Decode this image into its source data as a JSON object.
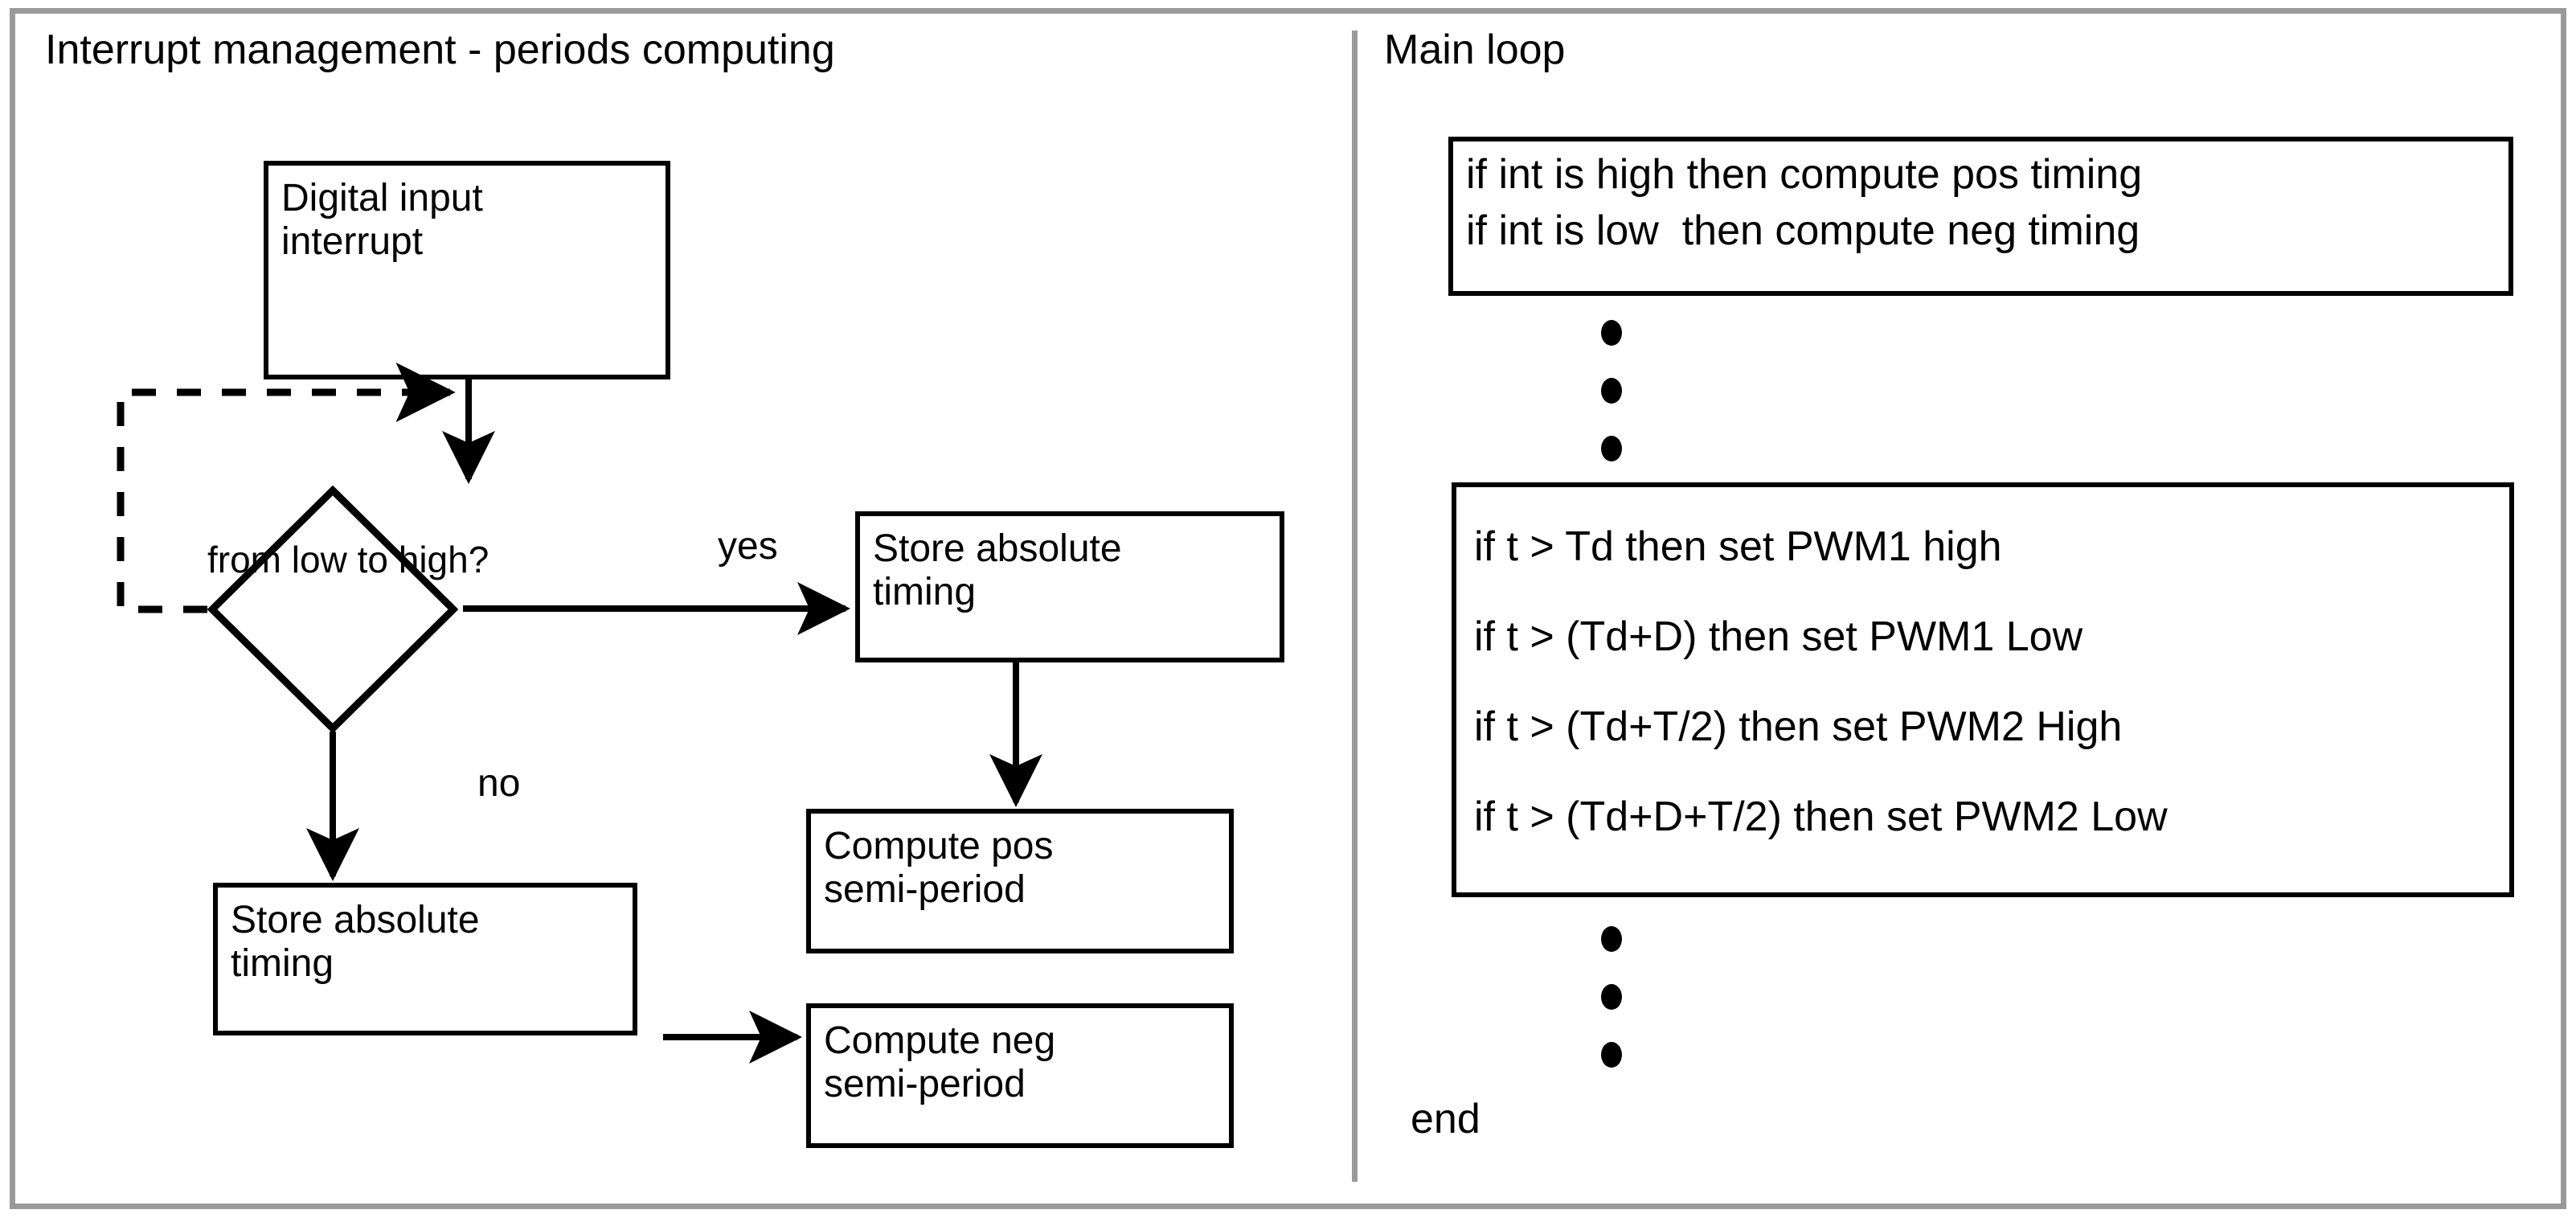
{
  "diagram": {
    "title_left": "Interrupt management - periods computing",
    "title_right": "Main loop"
  },
  "left_panel": {
    "nodes": {
      "digital_input": {
        "line1": "Digital input",
        "line2": "interrupt"
      },
      "decision": {
        "line1": "from low",
        "line2": "to high?"
      },
      "store_yes": {
        "line1": "Store absolute",
        "line2": "timing"
      },
      "compute_pos": {
        "line1": "Compute pos",
        "line2": "semi-period"
      },
      "store_no": {
        "line1": "Store absolute",
        "line2": "timing"
      },
      "compute_neg": {
        "line1": "Compute neg",
        "line2": "semi-period"
      }
    },
    "edge_labels": {
      "yes": "yes",
      "no": "no"
    }
  },
  "right_panel": {
    "main_if_box": [
      "if int is high then compute pos timing",
      "if int is low  then compute neg timing"
    ],
    "pwm_box": [
      "if t > Td then set PWM1 high",
      "if t > (Td+D) then set PWM1 Low",
      "if t > (Td+T/2) then set PWM2 High",
      "if t > (Td+D+T/2) then set PWM2 Low"
    ],
    "ellipsis_dot_count": 3,
    "end_label": "end"
  },
  "colors": {
    "frame": "#9a9a9a",
    "stroke": "#000000",
    "background": "#ffffff"
  }
}
